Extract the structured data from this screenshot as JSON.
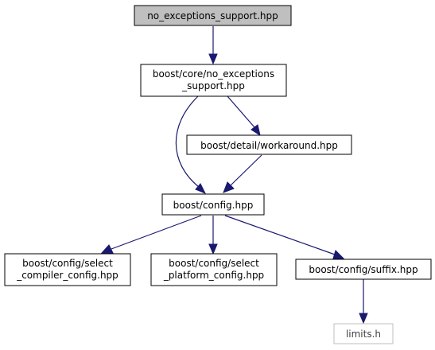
{
  "nodes": {
    "n1": {
      "lines": [
        "no_exceptions_support.hpp"
      ]
    },
    "n2": {
      "lines": [
        "boost/core/no_exceptions",
        "_support.hpp"
      ]
    },
    "n3": {
      "lines": [
        "boost/detail/workaround.hpp"
      ]
    },
    "n4": {
      "lines": [
        "boost/config.hpp"
      ]
    },
    "n5": {
      "lines": [
        "boost/config/select",
        "_compiler_config.hpp"
      ]
    },
    "n6": {
      "lines": [
        "boost/config/select",
        "_platform_config.hpp"
      ]
    },
    "n7": {
      "lines": [
        "boost/config/suffix.hpp"
      ]
    },
    "n8": {
      "lines": [
        "limits.h"
      ]
    }
  },
  "edges": [
    {
      "from": "n1",
      "to": "n2"
    },
    {
      "from": "n2",
      "to": "n4"
    },
    {
      "from": "n2",
      "to": "n3"
    },
    {
      "from": "n3",
      "to": "n4"
    },
    {
      "from": "n4",
      "to": "n5"
    },
    {
      "from": "n4",
      "to": "n6"
    },
    {
      "from": "n4",
      "to": "n7"
    },
    {
      "from": "n7",
      "to": "n8"
    }
  ]
}
